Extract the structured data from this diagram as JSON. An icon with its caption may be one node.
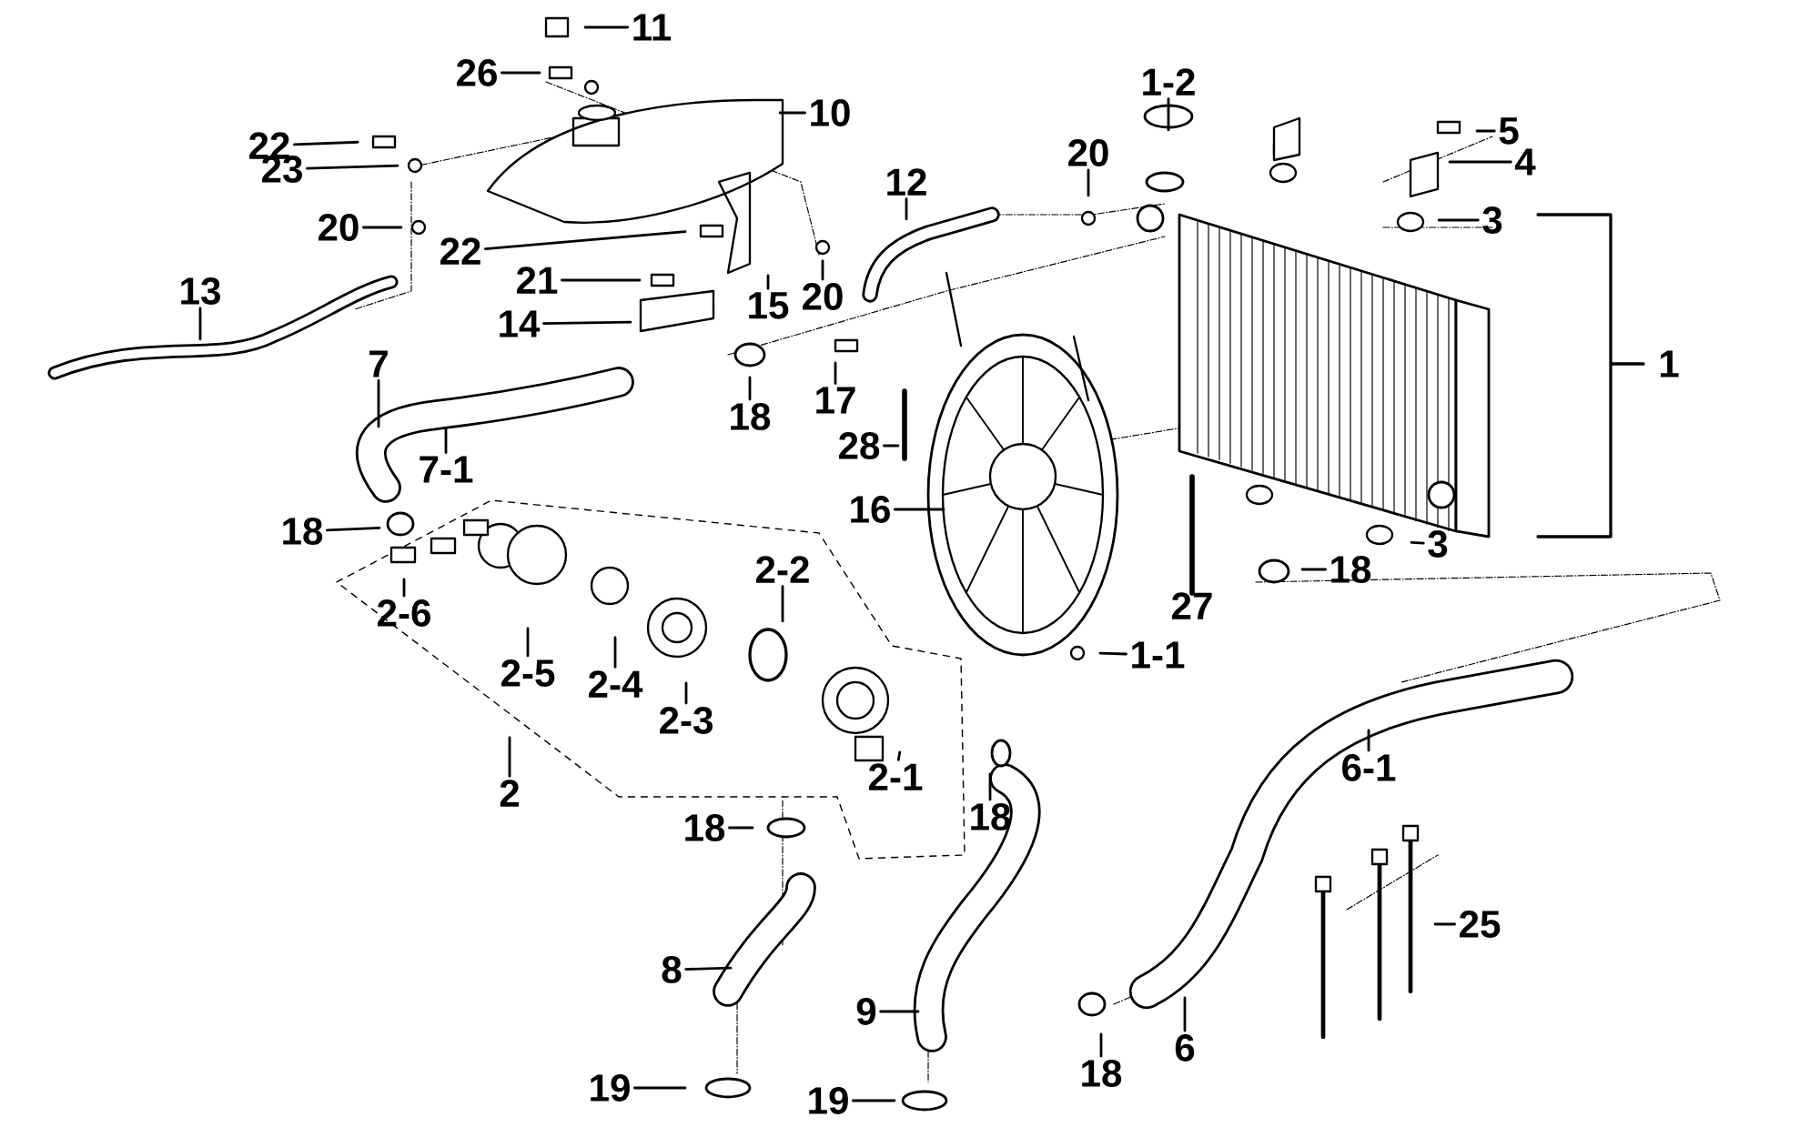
{
  "diagram": {
    "nodes": [
      {
        "text": [
          "11"
        ]
      },
      {
        "text": [
          "26"
        ]
      },
      {
        "text": [
          "10"
        ]
      },
      {
        "text": [
          "22"
        ]
      },
      {
        "text": [
          "23"
        ]
      },
      {
        "text": [
          "20"
        ]
      },
      {
        "text": [
          "22"
        ]
      },
      {
        "text": [
          "21"
        ]
      },
      {
        "text": [
          "14"
        ]
      },
      {
        "text": [
          "15"
        ]
      },
      {
        "text": [
          "20"
        ]
      },
      {
        "text": [
          "12"
        ]
      },
      {
        "text": [
          "13"
        ]
      },
      {
        "text": [
          "7"
        ]
      },
      {
        "text": [
          "7-1"
        ]
      },
      {
        "text": [
          "18"
        ]
      },
      {
        "text": [
          "17"
        ]
      },
      {
        "text": [
          "20"
        ]
      },
      {
        "text": [
          "1-2"
        ]
      },
      {
        "text": [
          "5"
        ]
      },
      {
        "text": [
          "4"
        ]
      },
      {
        "text": [
          "3"
        ]
      },
      {
        "text": [
          "1"
        ]
      },
      {
        "text": [
          "28"
        ]
      },
      {
        "text": [
          "16"
        ]
      },
      {
        "text": [
          "27"
        ]
      },
      {
        "text": [
          "3"
        ]
      },
      {
        "text": [
          "18"
        ]
      },
      {
        "text": [
          "1-1"
        ]
      },
      {
        "text": [
          "18"
        ]
      },
      {
        "text": [
          "2-6"
        ]
      },
      {
        "text": [
          "2-5"
        ]
      },
      {
        "text": [
          "2-4"
        ]
      },
      {
        "text": [
          "2-3"
        ]
      },
      {
        "text": [
          "2-2"
        ]
      },
      {
        "text": [
          "2"
        ]
      },
      {
        "text": [
          "2-1"
        ]
      },
      {
        "text": [
          "18"
        ]
      },
      {
        "text": [
          "18"
        ]
      },
      {
        "text": [
          "6-1"
        ]
      },
      {
        "text": [
          "8"
        ]
      },
      {
        "text": [
          "9"
        ]
      },
      {
        "text": [
          "18"
        ]
      },
      {
        "text": [
          "6"
        ]
      },
      {
        "text": [
          "25"
        ]
      },
      {
        "text": [
          "19"
        ]
      },
      {
        "text": [
          "19"
        ]
      }
    ],
    "edges": [
      {
        "from": 0,
        "to": null,
        "arrow": "none"
      },
      {
        "from": 1,
        "to": null,
        "arrow": "none"
      },
      {
        "from": 2,
        "to": null,
        "arrow": "none"
      },
      {
        "from": 3,
        "to": null,
        "arrow": "none"
      },
      {
        "from": 4,
        "to": null,
        "arrow": "none"
      },
      {
        "from": 5,
        "to": null,
        "arrow": "none"
      },
      {
        "from": 6,
        "to": null,
        "arrow": "none"
      },
      {
        "from": 7,
        "to": null,
        "arrow": "none"
      },
      {
        "from": 8,
        "to": null,
        "arrow": "none"
      },
      {
        "from": 9,
        "to": null,
        "arrow": "none"
      },
      {
        "from": 10,
        "to": null,
        "arrow": "none"
      },
      {
        "from": 11,
        "to": null,
        "arrow": "none"
      },
      {
        "from": 12,
        "to": null,
        "arrow": "none"
      },
      {
        "from": 13,
        "to": null,
        "arrow": "none"
      },
      {
        "from": 14,
        "to": null,
        "arrow": "none"
      },
      {
        "from": 15,
        "to": null,
        "arrow": "none"
      },
      {
        "from": 16,
        "to": null,
        "arrow": "none"
      },
      {
        "from": 17,
        "to": null,
        "arrow": "none"
      },
      {
        "from": 18,
        "to": null,
        "arrow": "none"
      },
      {
        "from": 19,
        "to": null,
        "arrow": "none"
      },
      {
        "from": 20,
        "to": null,
        "arrow": "none"
      },
      {
        "from": 21,
        "to": null,
        "arrow": "none"
      },
      {
        "from": 23,
        "to": null,
        "arrow": "none"
      },
      {
        "from": 24,
        "to": null,
        "arrow": "none"
      },
      {
        "from": 25,
        "to": null,
        "arrow": "none"
      },
      {
        "from": 26,
        "to": null,
        "arrow": "none"
      },
      {
        "from": 27,
        "to": null,
        "arrow": "none"
      },
      {
        "from": 28,
        "to": null,
        "arrow": "none"
      },
      {
        "from": 29,
        "to": null,
        "arrow": "none"
      },
      {
        "from": 30,
        "to": null,
        "arrow": "none"
      },
      {
        "from": 31,
        "to": null,
        "arrow": "none"
      },
      {
        "from": 32,
        "to": null,
        "arrow": "none"
      },
      {
        "from": 33,
        "to": null,
        "arrow": "none"
      },
      {
        "from": 34,
        "to": null,
        "arrow": "none"
      },
      {
        "from": 35,
        "to": null,
        "arrow": "none"
      },
      {
        "from": 36,
        "to": null,
        "arrow": "none"
      },
      {
        "from": 37,
        "to": null,
        "arrow": "none"
      },
      {
        "from": 38,
        "to": null,
        "arrow": "none"
      },
      {
        "from": 39,
        "to": null,
        "arrow": "none"
      },
      {
        "from": 40,
        "to": null,
        "arrow": "none"
      },
      {
        "from": 41,
        "to": null,
        "arrow": "none"
      },
      {
        "from": 42,
        "to": null,
        "arrow": "none"
      },
      {
        "from": 43,
        "to": null,
        "arrow": "none"
      },
      {
        "from": 44,
        "to": null,
        "arrow": "none"
      },
      {
        "from": 45,
        "to": null,
        "arrow": "none"
      },
      {
        "from": 46,
        "to": null,
        "arrow": "none"
      }
    ]
  }
}
